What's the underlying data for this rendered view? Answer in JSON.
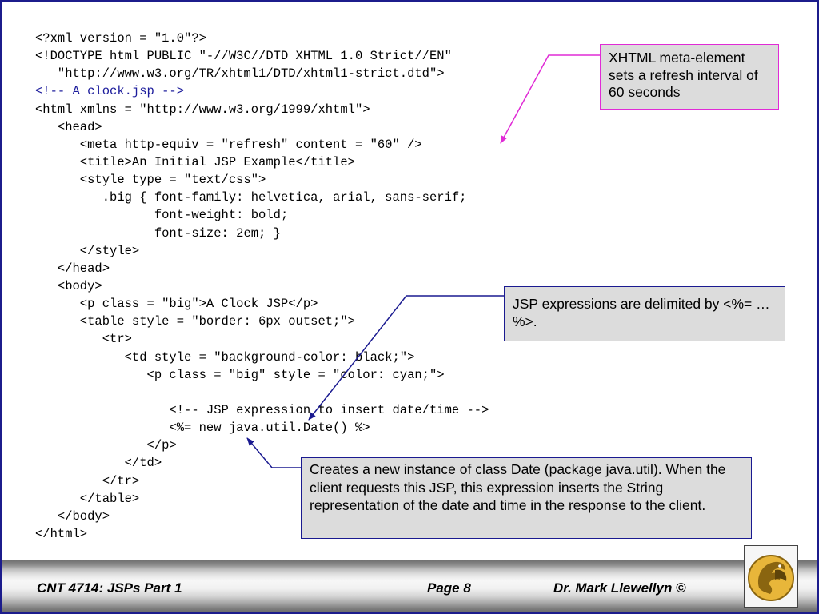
{
  "code_lines": [
    {
      "text": "<?xml version = \"1.0\"?>",
      "comment": false
    },
    {
      "text": "<!DOCTYPE html PUBLIC \"-//W3C//DTD XHTML 1.0 Strict//EN\"",
      "comment": false
    },
    {
      "text": "   \"http://www.w3.org/TR/xhtml1/DTD/xhtml1-strict.dtd\">",
      "comment": false
    },
    {
      "text": "<!-- A clock.jsp -->",
      "comment": true
    },
    {
      "text": "<html xmlns = \"http://www.w3.org/1999/xhtml\">",
      "comment": false
    },
    {
      "text": "   <head>",
      "comment": false
    },
    {
      "text": "      <meta http-equiv = \"refresh\" content = \"60\" />",
      "comment": false
    },
    {
      "text": "      <title>An Initial JSP Example</title>",
      "comment": false
    },
    {
      "text": "      <style type = \"text/css\">",
      "comment": false
    },
    {
      "text": "         .big { font-family: helvetica, arial, sans-serif;",
      "comment": false
    },
    {
      "text": "                font-weight: bold;",
      "comment": false
    },
    {
      "text": "                font-size: 2em; }",
      "comment": false
    },
    {
      "text": "      </style>",
      "comment": false
    },
    {
      "text": "   </head>",
      "comment": false
    },
    {
      "text": "   <body>",
      "comment": false
    },
    {
      "text": "      <p class = \"big\">A Clock JSP</p>",
      "comment": false
    },
    {
      "text": "      <table style = \"border: 6px outset;\">",
      "comment": false
    },
    {
      "text": "         <tr>",
      "comment": false
    },
    {
      "text": "            <td style = \"background-color: black;\">",
      "comment": false
    },
    {
      "text": "               <p class = \"big\" style = \"color: cyan;\">",
      "comment": false
    },
    {
      "text": "",
      "comment": false
    },
    {
      "text": "                  <!-- JSP expression to insert date/time -->",
      "comment": false
    },
    {
      "text": "                  <%= new java.util.Date() %>",
      "comment": false
    },
    {
      "text": "               </p>",
      "comment": false
    },
    {
      "text": "            </td>",
      "comment": false
    },
    {
      "text": "         </tr>",
      "comment": false
    },
    {
      "text": "      </table>",
      "comment": false
    },
    {
      "text": "   </body>",
      "comment": false
    },
    {
      "text": "</html>",
      "comment": false
    }
  ],
  "callouts": {
    "meta_refresh": "XHTML meta-element sets a refresh interval of 60 seconds",
    "jsp_expression": "JSP expressions are delimited by <%= … %>.",
    "date_instance": "Creates a new instance of class Date (package java.util). When the client requests this JSP, this expression inserts the String representation of the date and time in the response to the client."
  },
  "footer": {
    "course": "CNT 4714:  JSPs Part 1",
    "page": "Page 8",
    "author": "Dr. Mark Llewellyn ©"
  },
  "colors": {
    "frame_border": "#1c1c8c",
    "comment_text": "#1c1c9c",
    "callout_fill": "#dcdcdc",
    "meta_callout_border": "#e02bd6",
    "callout_border": "#1a1a90",
    "logo_gold": "#c79a1e"
  },
  "logo": {
    "icon": "ucf-pegasus-logo-icon"
  }
}
